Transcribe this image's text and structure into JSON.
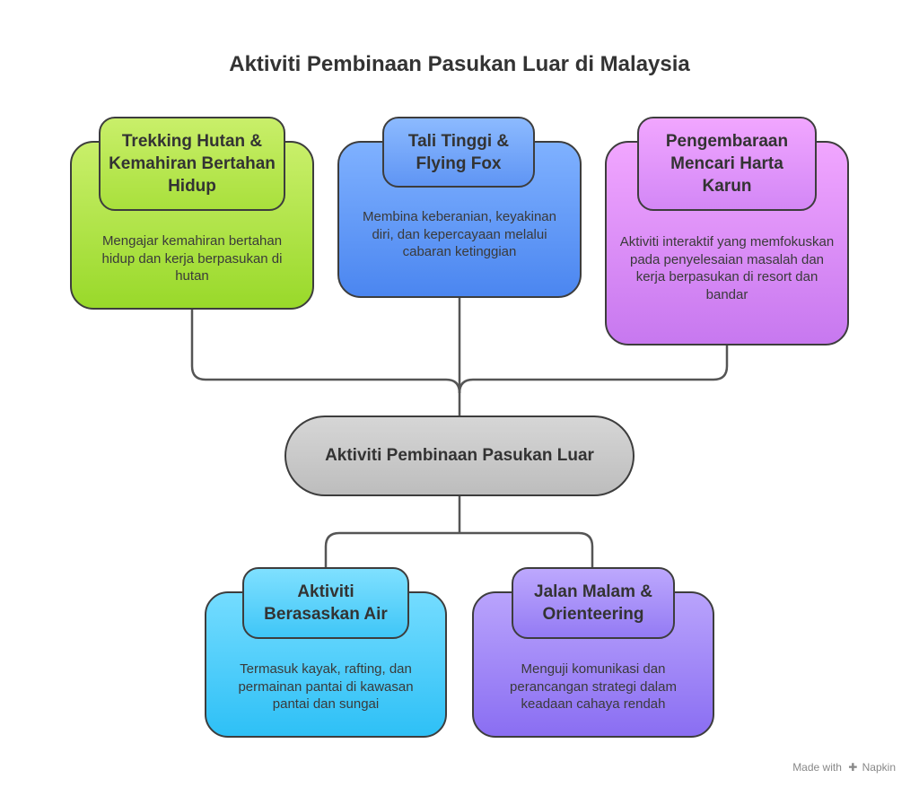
{
  "title": "Aktiviti Pembinaan Pasukan Luar di Malaysia",
  "center": {
    "label": "Aktiviti Pembinaan Pasukan Luar"
  },
  "nodes": [
    {
      "id": "trekking",
      "title": "Trekking Hutan & Kemahiran Bertahan Hidup",
      "description": "Mengajar kemahiran bertahan hidup dan kerja berpasukan di hutan",
      "color": "#a8e040"
    },
    {
      "id": "tali",
      "title": "Tali Tinggi & Flying Fox",
      "description": "Membina keberanian, keyakinan diri, dan kepercayaan melalui cabaran ketinggian",
      "color": "#5f95f4"
    },
    {
      "id": "harta",
      "title": "Pengembaraan Mencari Harta Karun",
      "description": "Aktiviti interaktif yang memfokuskan pada penyelesaian masalah dan kerja berpasukan di resort dan bandar",
      "color": "#d387f6"
    },
    {
      "id": "air",
      "title": "Aktiviti Berasaskan Air",
      "description": "Termasuk kayak, rafting, dan permainan pantai di kawasan pantai dan sungai",
      "color": "#3fc6f7"
    },
    {
      "id": "malam",
      "title": "Jalan Malam & Orienteering",
      "description": "Menguji komunikasi dan perancangan strategi dalam keadaan cahaya rendah",
      "color": "#947bf4"
    }
  ],
  "footer": {
    "prefix": "Made with",
    "brand": "Napkin"
  },
  "line_color": "#555555"
}
